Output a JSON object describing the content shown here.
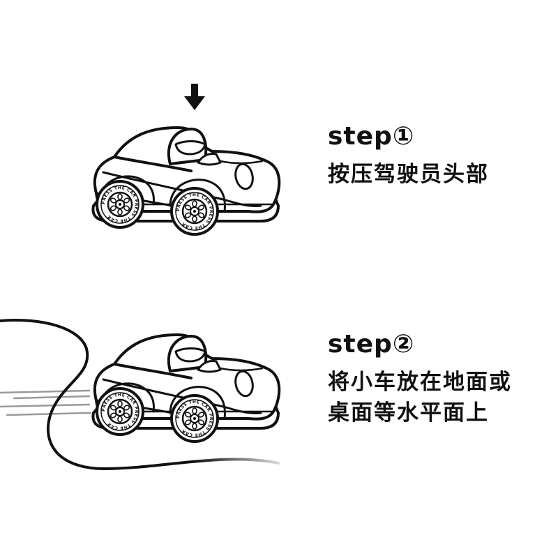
{
  "steps": [
    {
      "title": "step①",
      "lines": [
        "按压驾驶员头部"
      ]
    },
    {
      "title": "step②",
      "lines": [
        "将小车放在地面或",
        "桌面等水平面上"
      ]
    }
  ],
  "wheel_text": "PRESS THE CAR",
  "icons": {
    "press_arrow": "down-arrow-icon"
  },
  "colors": {
    "ink": "#111111",
    "background": "#ffffff",
    "speed_lines": "#9a9a9a"
  }
}
